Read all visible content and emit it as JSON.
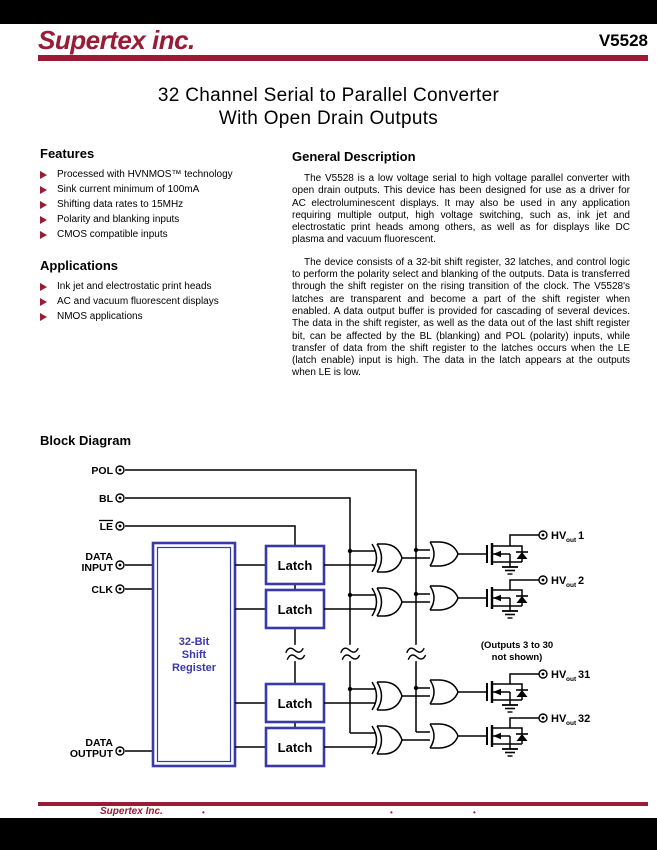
{
  "colors": {
    "accent_red": "#9A1B35",
    "box_navy": "#3939A8",
    "text_black": "#000000"
  },
  "header": {
    "logo_text": "Supertex inc.",
    "part_number": "V5528"
  },
  "title": {
    "line1": "32 Channel Serial to Parallel Converter",
    "line2": "With Open Drain Outputs"
  },
  "features": {
    "heading": "Features",
    "items": [
      "Processed with HVNMOS™ technology",
      "Sink current minimum of 100mA",
      "Shifting data rates to 15MHz",
      "Polarity and blanking inputs",
      "CMOS compatible inputs"
    ]
  },
  "applications": {
    "heading": "Applications",
    "items": [
      "Ink jet and electrostatic print heads",
      "AC and vacuum fluorescent displays",
      "NMOS applications"
    ]
  },
  "description": {
    "heading": "General Description",
    "para1": "The V5528 is a low voltage serial to high voltage parallel converter with open drain outputs. This device has been designed for use as a driver for AC electroluminescent displays. It may also be used in any application requiring multiple output, high voltage switching, such as, ink jet and electrostatic print heads among others, as well as for displays like DC plasma and vacuum fluorescent.",
    "para2": "The device consists of a 32-bit shift register, 32 latches, and control logic to perform the polarity select and blanking of the outputs. Data is transferred through the shift register on the rising transition of the clock. The V5528's latches are transparent and become a part of the shift register when enabled. A data output buffer is provided for cascading of several devices. The data in the shift register, as well as the data out of the last shift register bit, can be affected by the BL (blanking) and POL (polarity) inputs, while transfer of data from the shift register to the latches occurs when the LE (latch enable) input is high. The data in the latch appears at the outputs when LE is low."
  },
  "diagram": {
    "heading": "Block Diagram",
    "labels": {
      "pol": "POL",
      "bl": "BL",
      "le": "LE",
      "data_in_1": "DATA",
      "data_in_2": "INPUT",
      "clk": "CLK",
      "data_out_1": "DATA",
      "data_out_2": "OUTPUT"
    },
    "shift_register": {
      "line1": "32-Bit",
      "line2": "Shift",
      "line3": "Register"
    },
    "latch_label": "Latch",
    "note_line1": "(Outputs 3 to 30",
    "note_line2": "not shown)",
    "output_prefix": "HV",
    "output_sub": "out",
    "outputs": [
      {
        "num": "1"
      },
      {
        "num": "2"
      },
      {
        "num": "31"
      },
      {
        "num": "32"
      }
    ]
  },
  "footer": {
    "company": "Supertex Inc.",
    "bullet": "•"
  }
}
